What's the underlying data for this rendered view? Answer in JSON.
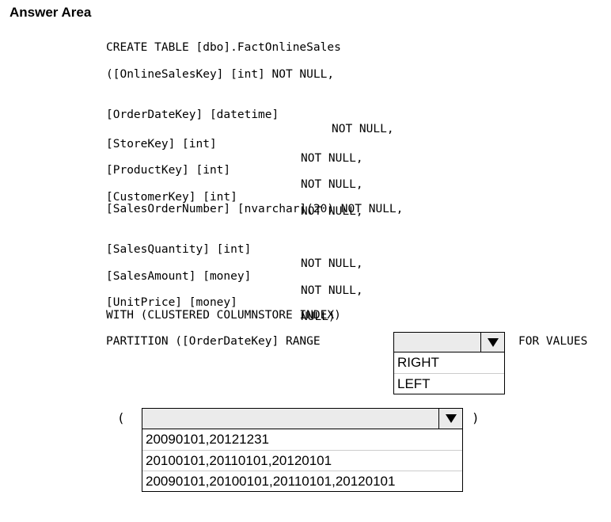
{
  "title": "Answer Area",
  "code": {
    "l1": "CREATE TABLE [dbo].FactOnlineSales",
    "l2": "([OnlineSalesKey] [int] NOT NULL,",
    "l3a": "[OrderDateKey] [datetime]",
    "l3b": "NOT NULL,",
    "l4a": "[StoreKey] [int]",
    "l4b": "NOT NULL,",
    "l5a": "[ProductKey] [int]",
    "l5b": "NOT NULL,",
    "l6a": "[CustomerKey] [int]",
    "l6b": "NOT NULL,",
    "l7": "[SalesOrderNumber] [nvarchar](20) NOT NULL,",
    "l8a": "[SalesQuantity] [int]",
    "l8b": "NOT NULL,",
    "l9a": "[SalesAmount] [money]",
    "l9b": "NOT NULL,",
    "l10a": "[UnitPrice] [money]",
    "l10b": "NULL)",
    "l11": "WITH (CLUSTERED COLUMNSTORE INDEX)",
    "l12": "PARTITION ([OrderDateKey] RANGE",
    "for_values": "FOR VALUES"
  },
  "dropdown1": {
    "selected": "",
    "options": [
      "RIGHT",
      "LEFT"
    ]
  },
  "dropdown2": {
    "open_paren": "(",
    "close_paren": ")",
    "selected": "",
    "options": [
      "20090101,20121231",
      "20100101,20110101,20120101",
      "20090101,20100101,20110101,20120101"
    ]
  },
  "icons": {
    "dropdown_arrow": "triangle-down-icon"
  }
}
